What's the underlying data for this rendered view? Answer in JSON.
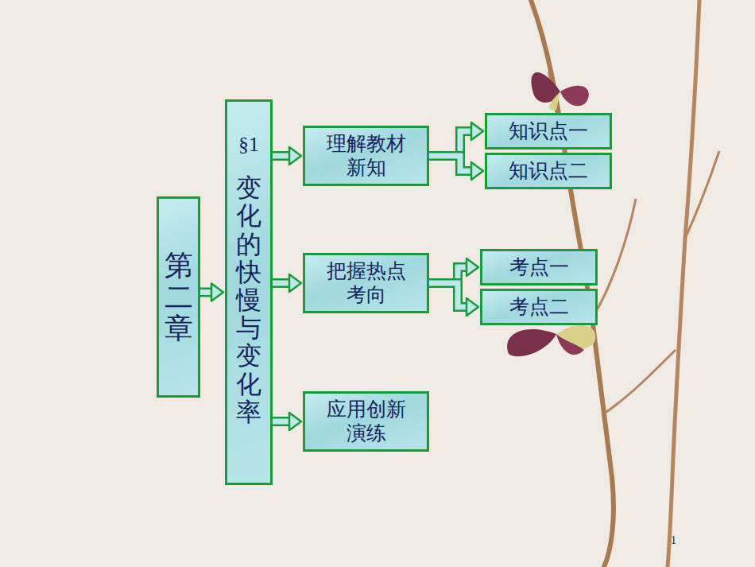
{
  "diagram": {
    "nodes": [
      {
        "text": [
          "第二章"
        ]
      },
      {
        "text": [
          "§1",
          "变化的快慢与变化率"
        ]
      },
      {
        "text": [
          "理解教材新知"
        ]
      },
      {
        "text": [
          "知识点一"
        ]
      },
      {
        "text": [
          "知识点二"
        ]
      },
      {
        "text": [
          "把握热点考向"
        ]
      },
      {
        "text": [
          "考点一"
        ]
      },
      {
        "text": [
          "考点二"
        ]
      },
      {
        "text": [
          "应用创新演练"
        ]
      }
    ],
    "edges": [
      {
        "from": 0,
        "to": 1,
        "arrow": "to"
      },
      {
        "from": 1,
        "to": 2,
        "arrow": "to"
      },
      {
        "from": 1,
        "to": 5,
        "arrow": "to"
      },
      {
        "from": 1,
        "to": 8,
        "arrow": "to"
      },
      {
        "from": 2,
        "to": 3,
        "arrow": "to"
      },
      {
        "from": 2,
        "to": 4,
        "arrow": "to"
      },
      {
        "from": 5,
        "to": 6,
        "arrow": "to"
      },
      {
        "from": 5,
        "to": 7,
        "arrow": "to"
      }
    ],
    "labels": [
      "1"
    ]
  }
}
